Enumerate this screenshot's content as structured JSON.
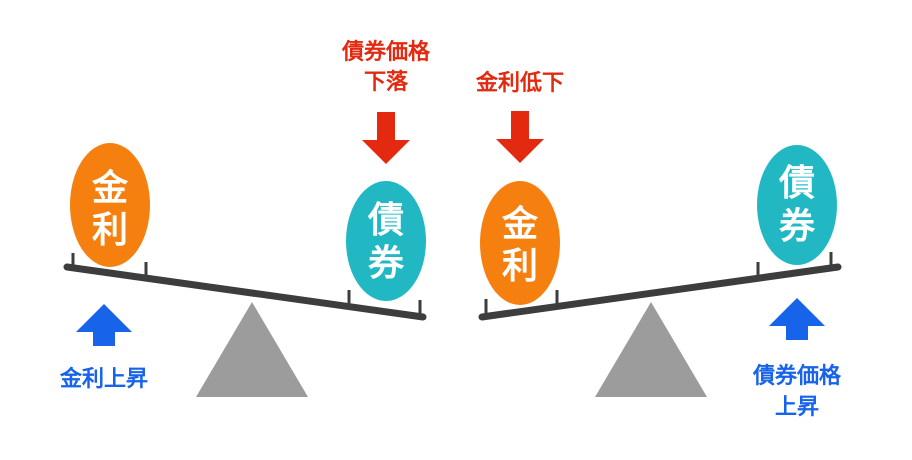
{
  "colors": {
    "interest": "#f6800f",
    "bond": "#21b8c4",
    "red": "#e32a10",
    "blue": "#1763e9",
    "beam": "#3d3d3d",
    "fulcrum": "#9c9c9c",
    "white": "#ffffff"
  },
  "left": {
    "weight_interest": [
      "金",
      "利"
    ],
    "weight_bond": [
      "債",
      "券"
    ],
    "interest_label": "金利上昇",
    "bond_label": [
      "債券価格",
      "下落"
    ],
    "interest_arrow": "up-arrow-icon",
    "bond_arrow": "down-arrow-icon"
  },
  "right": {
    "weight_interest": [
      "金",
      "利"
    ],
    "weight_bond": [
      "債",
      "券"
    ],
    "interest_label": "金利低下",
    "bond_label": [
      "債券価格",
      "上昇"
    ],
    "interest_arrow": "down-arrow-icon",
    "bond_arrow": "up-arrow-icon"
  }
}
